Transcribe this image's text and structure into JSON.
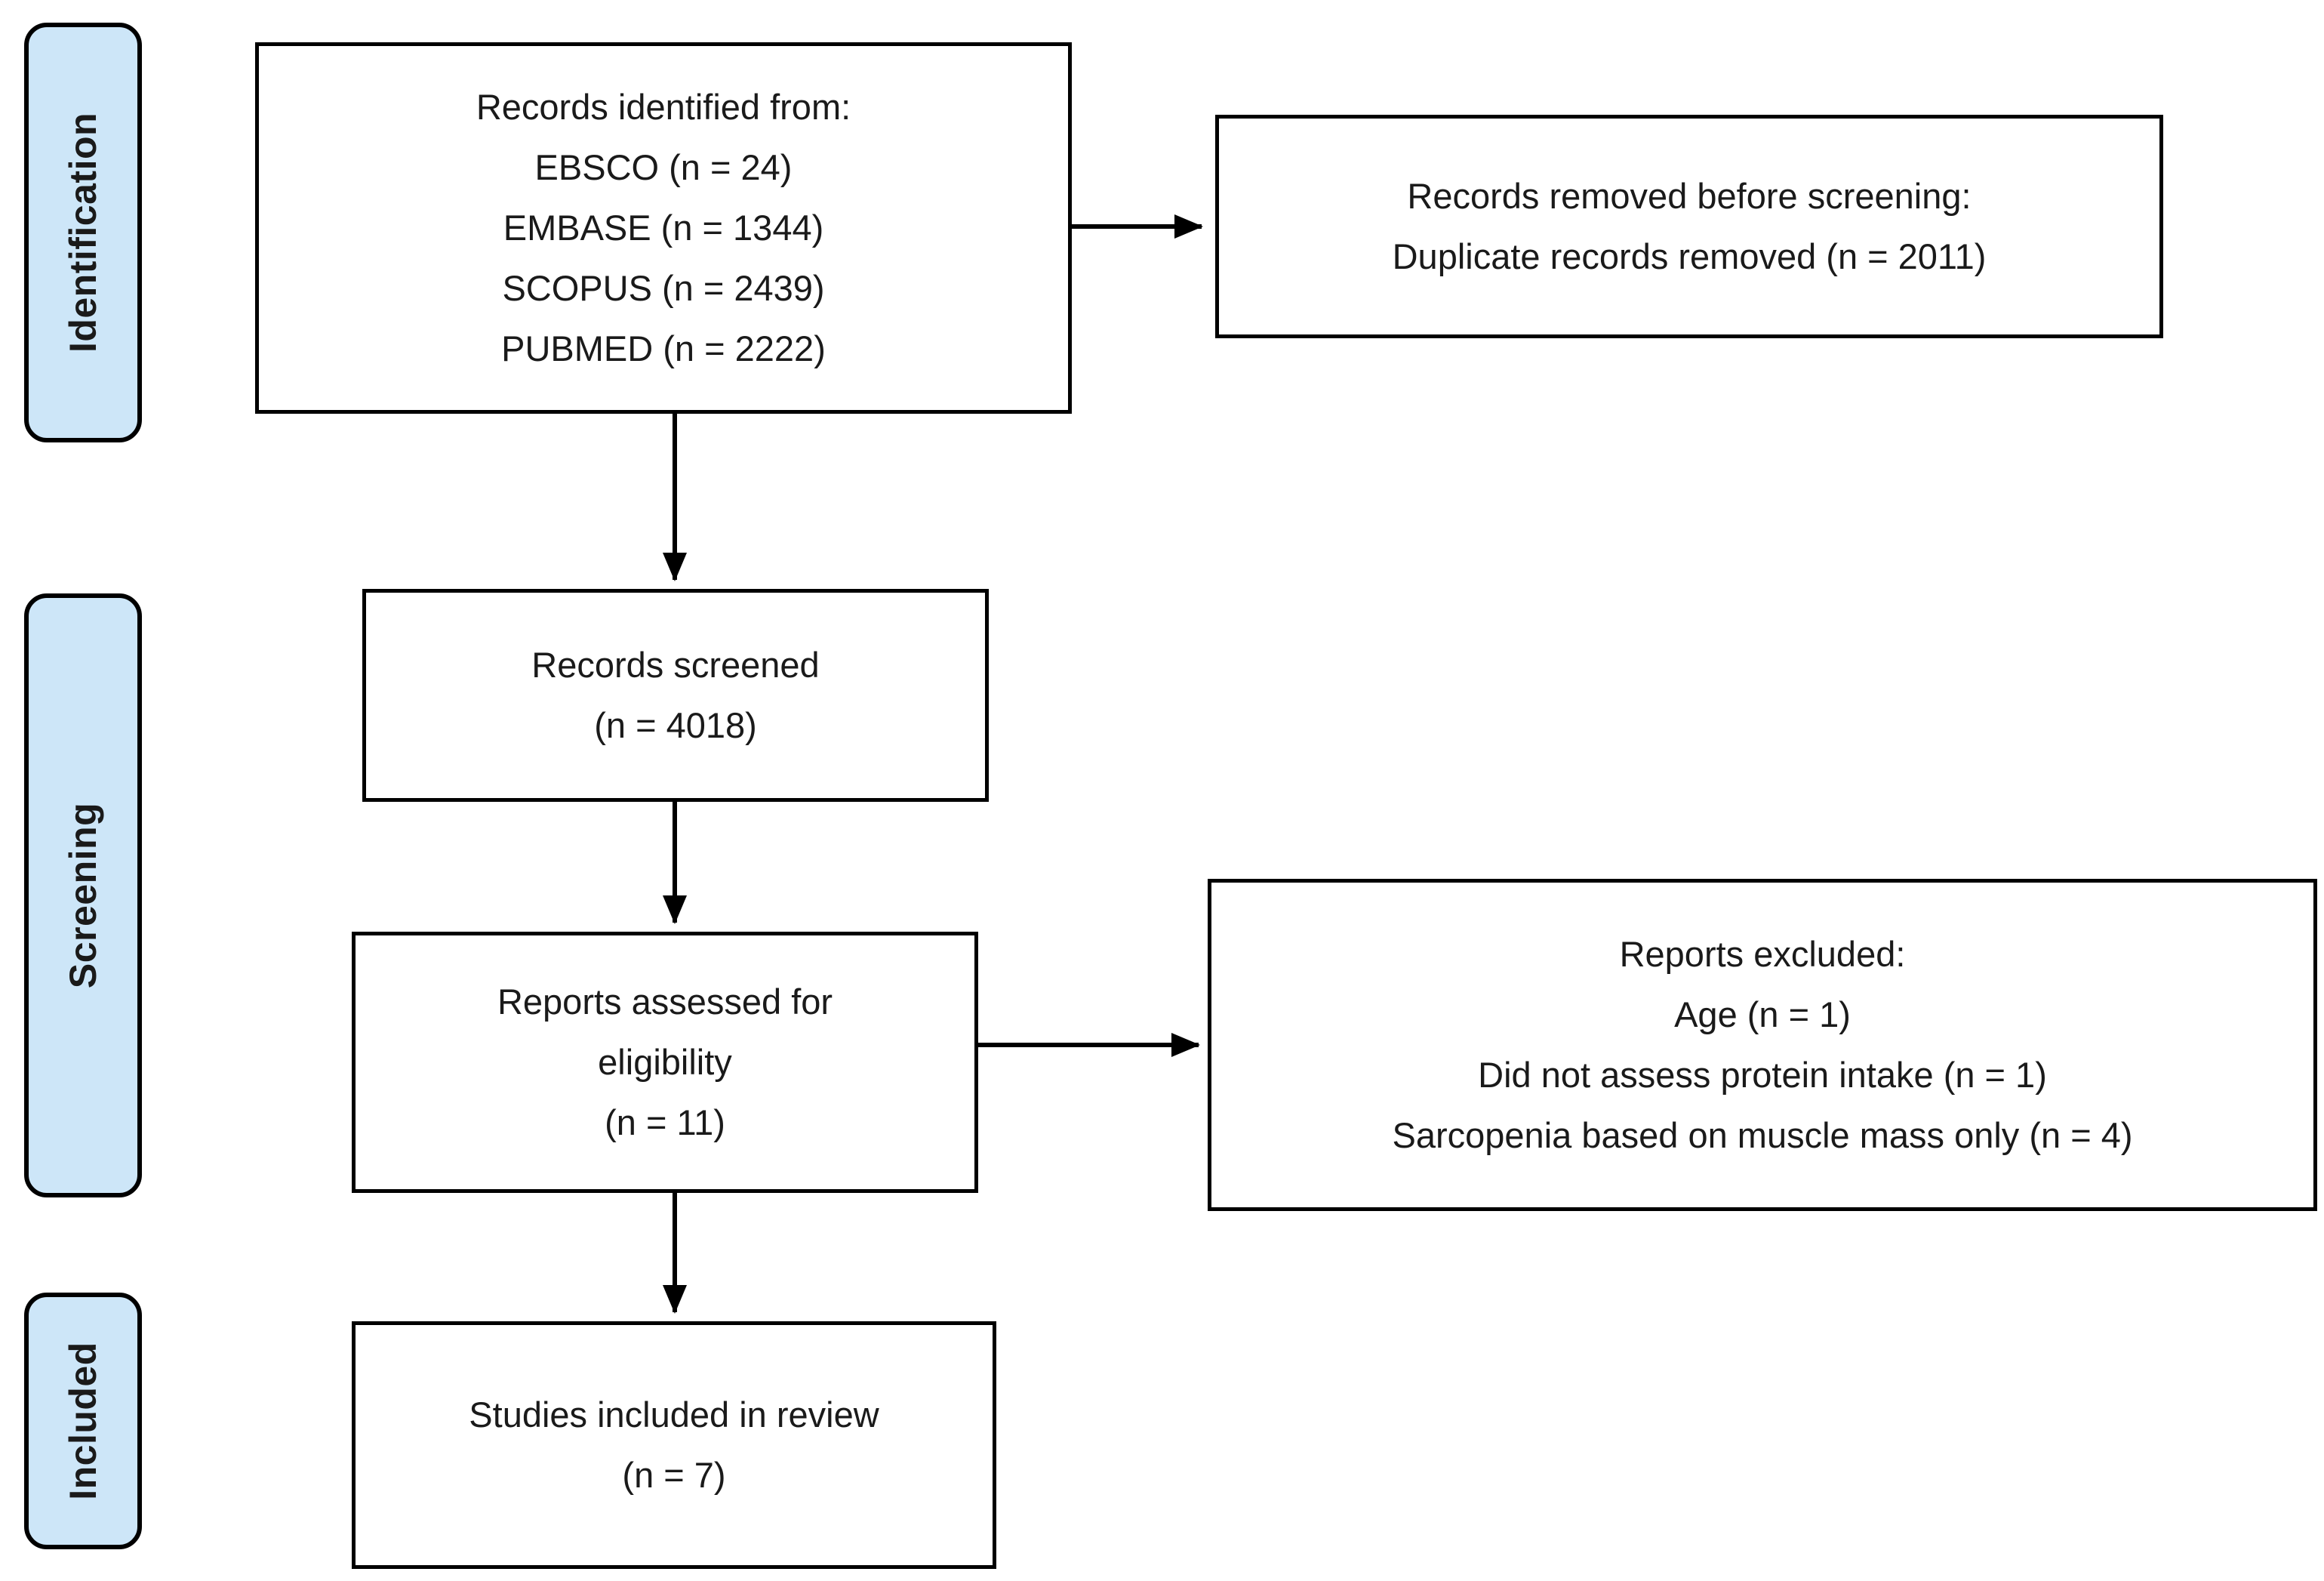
{
  "stage_labels": {
    "identification": "Identification",
    "screening": "Screening",
    "included": "Included"
  },
  "boxes": {
    "records_identified": {
      "lines": [
        "Records identified from:",
        "EBSCO (n = 24)",
        "EMBASE (n = 1344)",
        "SCOPUS (n = 2439)",
        "PUBMED (n = 2222)"
      ]
    },
    "records_removed": {
      "lines": [
        "Records removed before screening:",
        "Duplicate records removed (n = 2011)"
      ]
    },
    "records_screened": {
      "lines": [
        "Records screened",
        "(n = 4018)"
      ]
    },
    "reports_assessed": {
      "lines": [
        "Reports assessed for",
        "eligibility",
        "(n = 11)"
      ]
    },
    "reports_excluded": {
      "lines": [
        "Reports excluded:",
        "Age (n = 1)",
        "Did not assess protein intake (n = 1)",
        "Sarcopenia based on muscle mass only (n = 4)"
      ]
    },
    "studies_included": {
      "lines": [
        "Studies included in review",
        "(n = 7)"
      ]
    }
  },
  "colors": {
    "stage_fill": "#CDE6F8",
    "line": "#000000",
    "text": "#1A1A1A",
    "background": "#FFFFFF"
  }
}
